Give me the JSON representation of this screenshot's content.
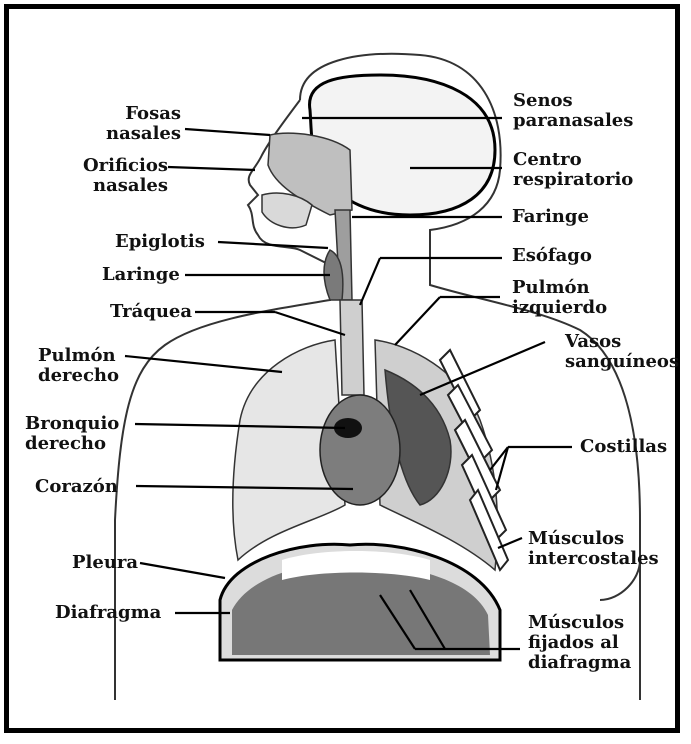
{
  "labels_left": [
    {
      "id": "fosas",
      "lines": [
        "Fosas",
        "nasales"
      ]
    },
    {
      "id": "orificios",
      "lines": [
        "Orificios",
        "nasales"
      ]
    },
    {
      "id": "epiglotis",
      "lines": [
        "Epiglotis"
      ]
    },
    {
      "id": "laringe",
      "lines": [
        "Laringe"
      ]
    },
    {
      "id": "traquea",
      "lines": [
        "Tráquea"
      ]
    },
    {
      "id": "pulmon-der",
      "lines": [
        "Pulmón",
        "derecho"
      ]
    },
    {
      "id": "bronquio",
      "lines": [
        "Bronquio",
        "derecho"
      ]
    },
    {
      "id": "corazon",
      "lines": [
        "Corazón"
      ]
    },
    {
      "id": "pleura",
      "lines": [
        "Pleura"
      ]
    },
    {
      "id": "diafragma",
      "lines": [
        "Diafragma"
      ]
    }
  ],
  "labels_right": [
    {
      "id": "senos",
      "lines": [
        "Senos",
        "paranasales"
      ]
    },
    {
      "id": "centro",
      "lines": [
        "Centro",
        "respiratorio"
      ]
    },
    {
      "id": "faringe",
      "lines": [
        "Faringe"
      ]
    },
    {
      "id": "esofago",
      "lines": [
        "Esófago"
      ]
    },
    {
      "id": "pulmon-izq",
      "lines": [
        "Pulmón",
        "izquierdo"
      ]
    },
    {
      "id": "vasos",
      "lines": [
        "Vasos",
        "sanguíneos"
      ]
    },
    {
      "id": "costillas",
      "lines": [
        "Costillas"
      ]
    },
    {
      "id": "intercostales",
      "lines": [
        "Músculos",
        "intercostales"
      ]
    },
    {
      "id": "fijados",
      "lines": [
        "Músculos",
        "fijados al",
        "diafragma"
      ]
    }
  ]
}
